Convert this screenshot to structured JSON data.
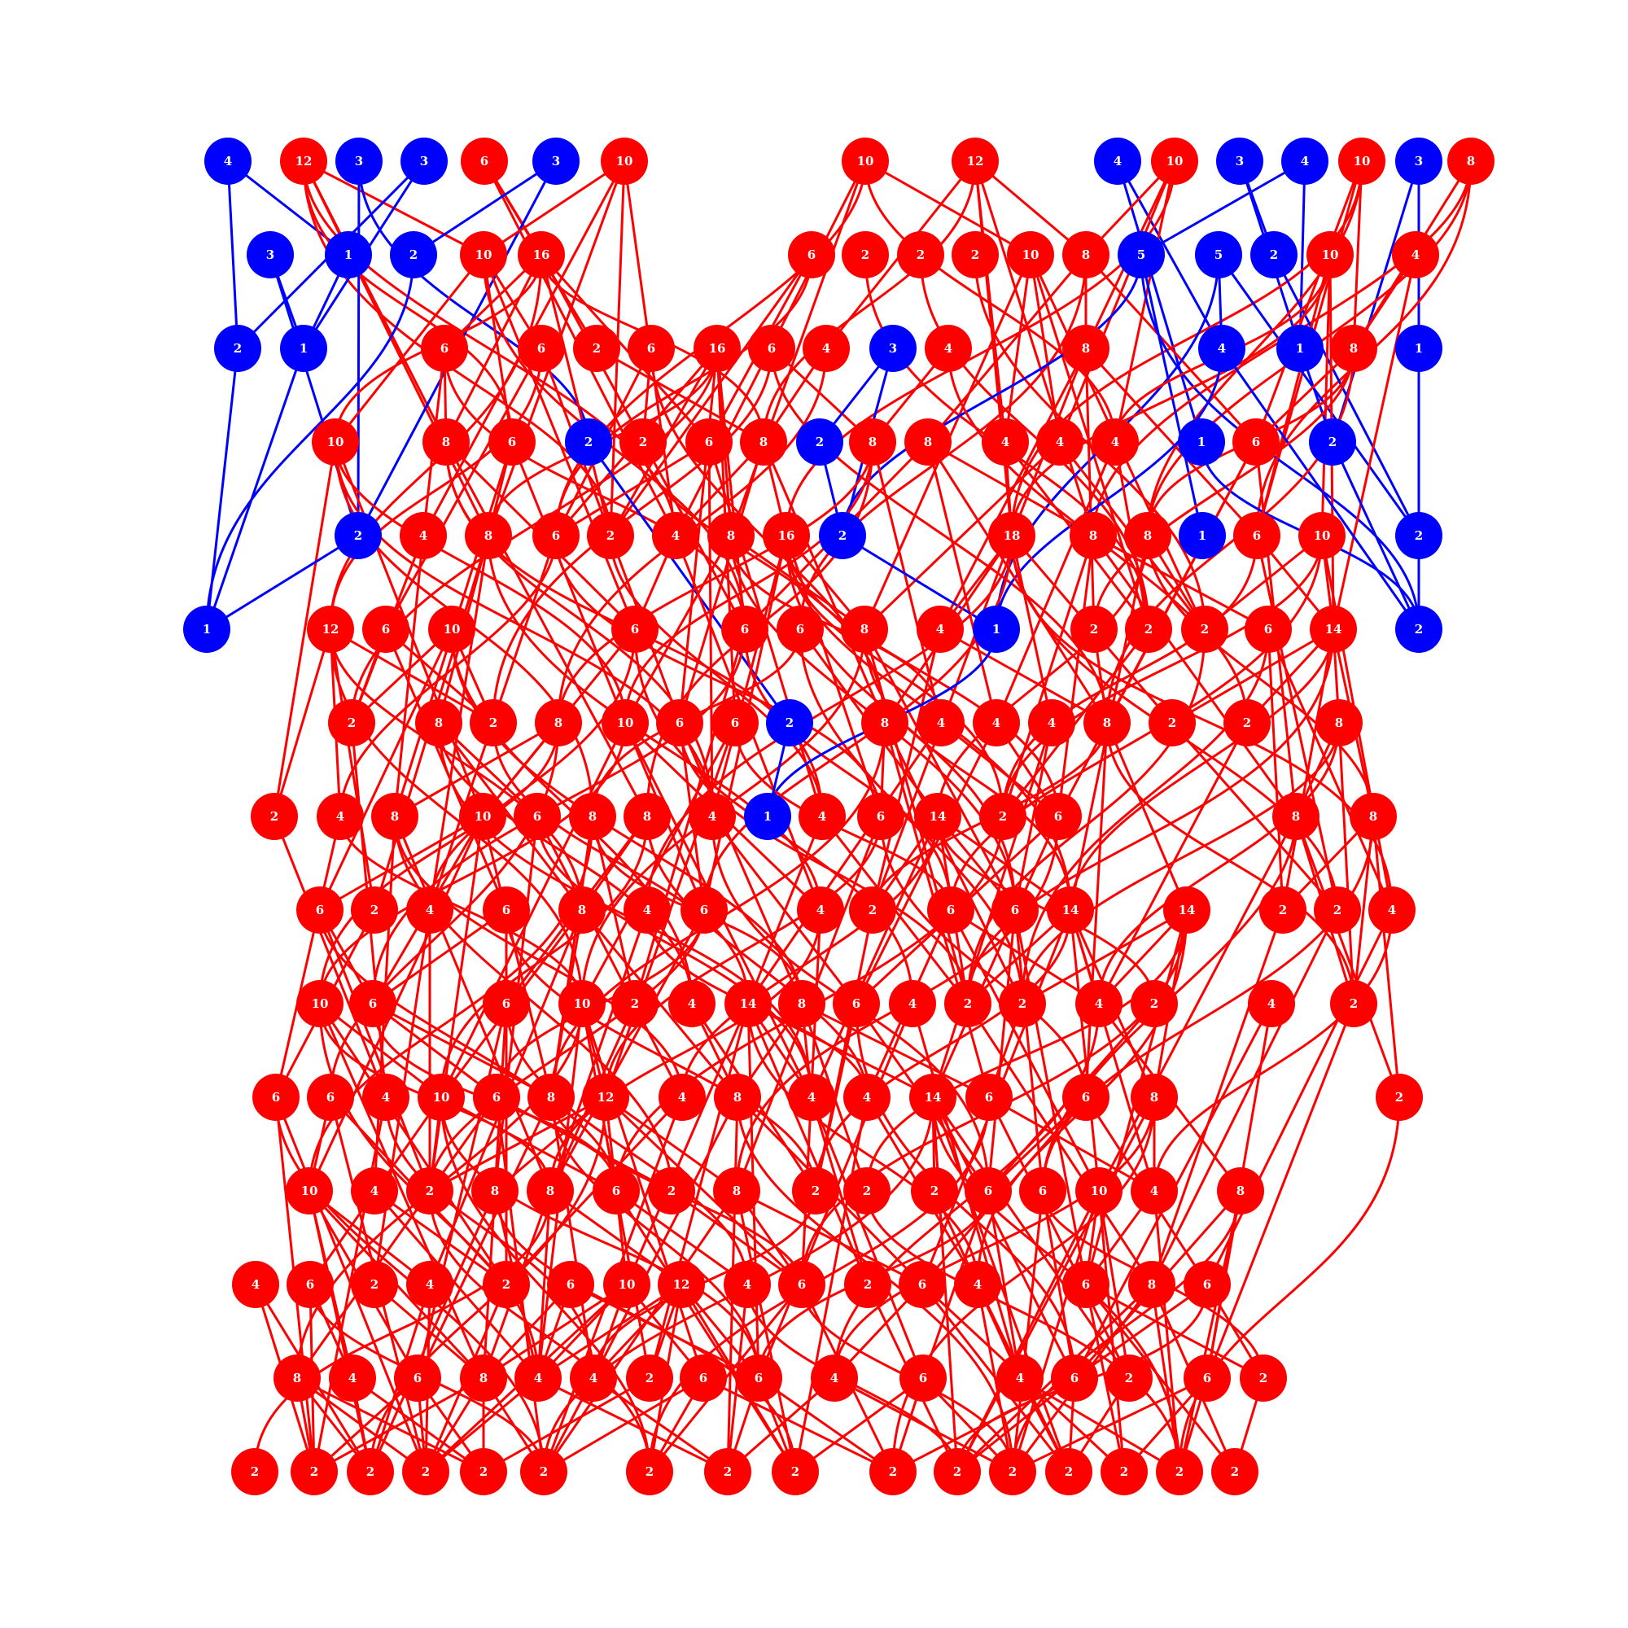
{
  "colors": {
    "red": "#ff0000",
    "blue": "#0000ff",
    "label": "#ffffff"
  },
  "rows": [
    [
      [
        "4",
        "b"
      ],
      [
        "12",
        "r"
      ],
      [
        "3",
        "b"
      ],
      [
        "3",
        "b"
      ],
      [
        "6",
        "r"
      ],
      [
        "3",
        "b"
      ],
      [
        "10",
        "r"
      ],
      [
        "10",
        "r"
      ],
      [
        "12",
        "r"
      ],
      [
        "4",
        "b"
      ],
      [
        "10",
        "r"
      ],
      [
        "3",
        "b"
      ],
      [
        "4",
        "b"
      ],
      [
        "10",
        "r"
      ],
      [
        "3",
        "b"
      ],
      [
        "8",
        "r"
      ]
    ],
    [
      [
        "3",
        "b"
      ],
      [
        "1",
        "b"
      ],
      [
        "2",
        "b"
      ],
      [
        "10",
        "r"
      ],
      [
        "16",
        "r"
      ],
      [
        "6",
        "r"
      ],
      [
        "2",
        "r"
      ],
      [
        "2",
        "r"
      ],
      [
        "2",
        "r"
      ],
      [
        "10",
        "r"
      ],
      [
        "8",
        "r"
      ],
      [
        "5",
        "b"
      ],
      [
        "5",
        "b"
      ],
      [
        "2",
        "b"
      ],
      [
        "10",
        "r"
      ],
      [
        "4",
        "r"
      ]
    ],
    [
      [
        "2",
        "b"
      ],
      [
        "1",
        "b"
      ],
      [
        "6",
        "r"
      ],
      [
        "6",
        "r"
      ],
      [
        "2",
        "r"
      ],
      [
        "6",
        "r"
      ],
      [
        "16",
        "r"
      ],
      [
        "6",
        "r"
      ],
      [
        "4",
        "r"
      ],
      [
        "3",
        "b"
      ],
      [
        "4",
        "r"
      ],
      [
        "8",
        "r"
      ],
      [
        "4",
        "b"
      ],
      [
        "1",
        "b"
      ],
      [
        "8",
        "r"
      ],
      [
        "1",
        "b"
      ]
    ],
    [
      [
        "10",
        "r"
      ],
      [
        "8",
        "r"
      ],
      [
        "6",
        "r"
      ],
      [
        "2",
        "b"
      ],
      [
        "2",
        "r"
      ],
      [
        "6",
        "r"
      ],
      [
        "8",
        "r"
      ],
      [
        "2",
        "b"
      ],
      [
        "8",
        "r"
      ],
      [
        "8",
        "r"
      ],
      [
        "4",
        "r"
      ],
      [
        "4",
        "r"
      ],
      [
        "4",
        "r"
      ],
      [
        "1",
        "b"
      ],
      [
        "6",
        "r"
      ],
      [
        "2",
        "b"
      ]
    ],
    [
      [
        "2",
        "b"
      ],
      [
        "4",
        "r"
      ],
      [
        "8",
        "r"
      ],
      [
        "6",
        "r"
      ],
      [
        "2",
        "r"
      ],
      [
        "4",
        "r"
      ],
      [
        "8",
        "r"
      ],
      [
        "16",
        "r"
      ],
      [
        "2",
        "b"
      ],
      [
        "18",
        "r"
      ],
      [
        "8",
        "r"
      ],
      [
        "8",
        "r"
      ],
      [
        "1",
        "b"
      ],
      [
        "6",
        "r"
      ],
      [
        "10",
        "r"
      ],
      [
        "2",
        "b"
      ]
    ],
    [
      [
        "1",
        "b"
      ],
      [
        "12",
        "r"
      ],
      [
        "6",
        "r"
      ],
      [
        "10",
        "r"
      ],
      [
        "6",
        "r"
      ],
      [
        "6",
        "r"
      ],
      [
        "6",
        "r"
      ],
      [
        "8",
        "r"
      ],
      [
        "4",
        "r"
      ],
      [
        "1",
        "b"
      ],
      [
        "2",
        "r"
      ],
      [
        "2",
        "r"
      ],
      [
        "2",
        "r"
      ],
      [
        "6",
        "r"
      ],
      [
        "14",
        "r"
      ],
      [
        "2",
        "b"
      ]
    ],
    [
      [
        "2",
        "r"
      ],
      [
        "8",
        "r"
      ],
      [
        "2",
        "r"
      ],
      [
        "8",
        "r"
      ],
      [
        "10",
        "r"
      ],
      [
        "6",
        "r"
      ],
      [
        "6",
        "r"
      ],
      [
        "2",
        "b"
      ],
      [
        "8",
        "r"
      ],
      [
        "4",
        "r"
      ],
      [
        "4",
        "r"
      ],
      [
        "4",
        "r"
      ],
      [
        "8",
        "r"
      ],
      [
        "2",
        "r"
      ],
      [
        "2",
        "r"
      ],
      [
        "8",
        "r"
      ]
    ],
    [
      [
        "2",
        "r"
      ],
      [
        "4",
        "r"
      ],
      [
        "8",
        "r"
      ],
      [
        "10",
        "r"
      ],
      [
        "6",
        "r"
      ],
      [
        "8",
        "r"
      ],
      [
        "8",
        "r"
      ],
      [
        "4",
        "r"
      ],
      [
        "1",
        "b"
      ],
      [
        "4",
        "r"
      ],
      [
        "6",
        "r"
      ],
      [
        "14",
        "r"
      ],
      [
        "2",
        "r"
      ],
      [
        "6",
        "r"
      ],
      [
        "8",
        "r"
      ],
      [
        "8",
        "r"
      ]
    ],
    [
      [
        "6",
        "r"
      ],
      [
        "2",
        "r"
      ],
      [
        "4",
        "r"
      ],
      [
        "6",
        "r"
      ],
      [
        "8",
        "r"
      ],
      [
        "4",
        "r"
      ],
      [
        "6",
        "r"
      ],
      [
        "4",
        "r"
      ],
      [
        "2",
        "r"
      ],
      [
        "6",
        "r"
      ],
      [
        "6",
        "r"
      ],
      [
        "14",
        "r"
      ],
      [
        "14",
        "r"
      ],
      [
        "2",
        "r"
      ],
      [
        "2",
        "r"
      ],
      [
        "4",
        "r"
      ]
    ],
    [
      [
        "10",
        "r"
      ],
      [
        "6",
        "r"
      ],
      [
        "6",
        "r"
      ],
      [
        "10",
        "r"
      ],
      [
        "2",
        "r"
      ],
      [
        "4",
        "r"
      ],
      [
        "14",
        "r"
      ],
      [
        "8",
        "r"
      ],
      [
        "6",
        "r"
      ],
      [
        "4",
        "r"
      ],
      [
        "2",
        "r"
      ],
      [
        "2",
        "r"
      ],
      [
        "4",
        "r"
      ],
      [
        "2",
        "r"
      ],
      [
        "4",
        "r"
      ],
      [
        "2",
        "r"
      ]
    ],
    [
      [
        "6",
        "r"
      ],
      [
        "6",
        "r"
      ],
      [
        "4",
        "r"
      ],
      [
        "10",
        "r"
      ],
      [
        "6",
        "r"
      ],
      [
        "8",
        "r"
      ],
      [
        "12",
        "r"
      ],
      [
        "4",
        "r"
      ],
      [
        "8",
        "r"
      ],
      [
        "4",
        "r"
      ],
      [
        "4",
        "r"
      ],
      [
        "14",
        "r"
      ],
      [
        "6",
        "r"
      ],
      [
        "6",
        "r"
      ],
      [
        "8",
        "r"
      ],
      [
        "2",
        "r"
      ]
    ],
    [
      [
        "10",
        "r"
      ],
      [
        "4",
        "r"
      ],
      [
        "2",
        "r"
      ],
      [
        "8",
        "r"
      ],
      [
        "8",
        "r"
      ],
      [
        "6",
        "r"
      ],
      [
        "2",
        "r"
      ],
      [
        "8",
        "r"
      ],
      [
        "2",
        "r"
      ],
      [
        "2",
        "r"
      ],
      [
        "2",
        "r"
      ],
      [
        "6",
        "r"
      ],
      [
        "6",
        "r"
      ],
      [
        "10",
        "r"
      ],
      [
        "4",
        "r"
      ],
      [
        "8",
        "r"
      ]
    ],
    [
      [
        "4",
        "r"
      ],
      [
        "6",
        "r"
      ],
      [
        "2",
        "r"
      ],
      [
        "4",
        "r"
      ],
      [
        "2",
        "r"
      ],
      [
        "6",
        "r"
      ],
      [
        "10",
        "r"
      ],
      [
        "12",
        "r"
      ],
      [
        "4",
        "r"
      ],
      [
        "6",
        "r"
      ],
      [
        "2",
        "r"
      ],
      [
        "6",
        "r"
      ],
      [
        "4",
        "r"
      ],
      [
        "6",
        "r"
      ],
      [
        "8",
        "r"
      ],
      [
        "6",
        "r"
      ]
    ],
    [
      [
        "8",
        "r"
      ],
      [
        "4",
        "r"
      ],
      [
        "6",
        "r"
      ],
      [
        "8",
        "r"
      ],
      [
        "4",
        "r"
      ],
      [
        "4",
        "r"
      ],
      [
        "2",
        "r"
      ],
      [
        "6",
        "r"
      ],
      [
        "6",
        "r"
      ],
      [
        "4",
        "r"
      ],
      [
        "6",
        "r"
      ],
      [
        "4",
        "r"
      ],
      [
        "6",
        "r"
      ],
      [
        "2",
        "r"
      ],
      [
        "6",
        "r"
      ],
      [
        "2",
        "r"
      ]
    ],
    [
      [
        "2",
        "r"
      ],
      [
        "2",
        "r"
      ],
      [
        "2",
        "r"
      ],
      [
        "2",
        "r"
      ],
      [
        "2",
        "r"
      ],
      [
        "2",
        "r"
      ],
      [
        "2",
        "r"
      ],
      [
        "2",
        "r"
      ],
      [
        "2",
        "r"
      ],
      [
        "2",
        "r"
      ],
      [
        "2",
        "r"
      ],
      [
        "2",
        "r"
      ],
      [
        "2",
        "r"
      ],
      [
        "2",
        "r"
      ],
      [
        "2",
        "r"
      ],
      [
        "2",
        "r"
      ]
    ]
  ]
}
